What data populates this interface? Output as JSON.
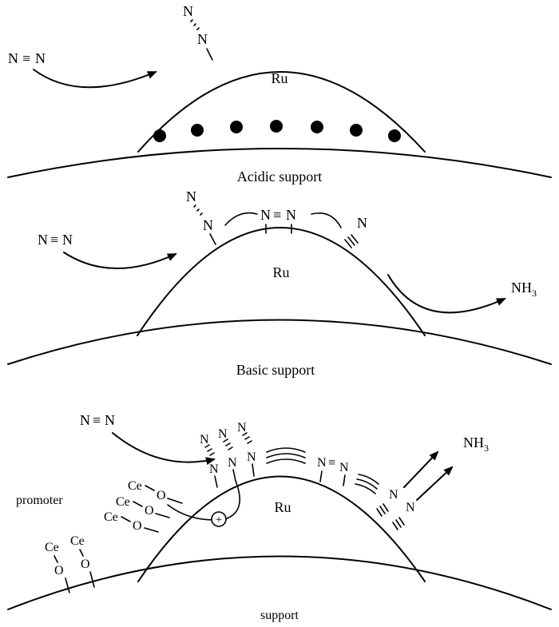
{
  "panel_1": {
    "metal": "Ru",
    "support": "Acidic support",
    "gas_molecule": "N",
    "gas_bond": "≡",
    "adsorbed_n": "N"
  },
  "panel_2": {
    "metal": "Ru",
    "support": "Basic support",
    "gas_molecule": "N",
    "gas_bond": "≡",
    "adsorbed_n": "N",
    "product_prefix": "NH",
    "product_sub": "3"
  },
  "panel_3": {
    "metal": "Ru",
    "support": "support",
    "promoter": "promoter",
    "gas_molecule": "N",
    "gas_bond": "≡",
    "adsorbed_n": "N",
    "ce": "Ce",
    "oxygen": "O",
    "charge": "+",
    "product_prefix": "NH",
    "product_sub": "3"
  }
}
